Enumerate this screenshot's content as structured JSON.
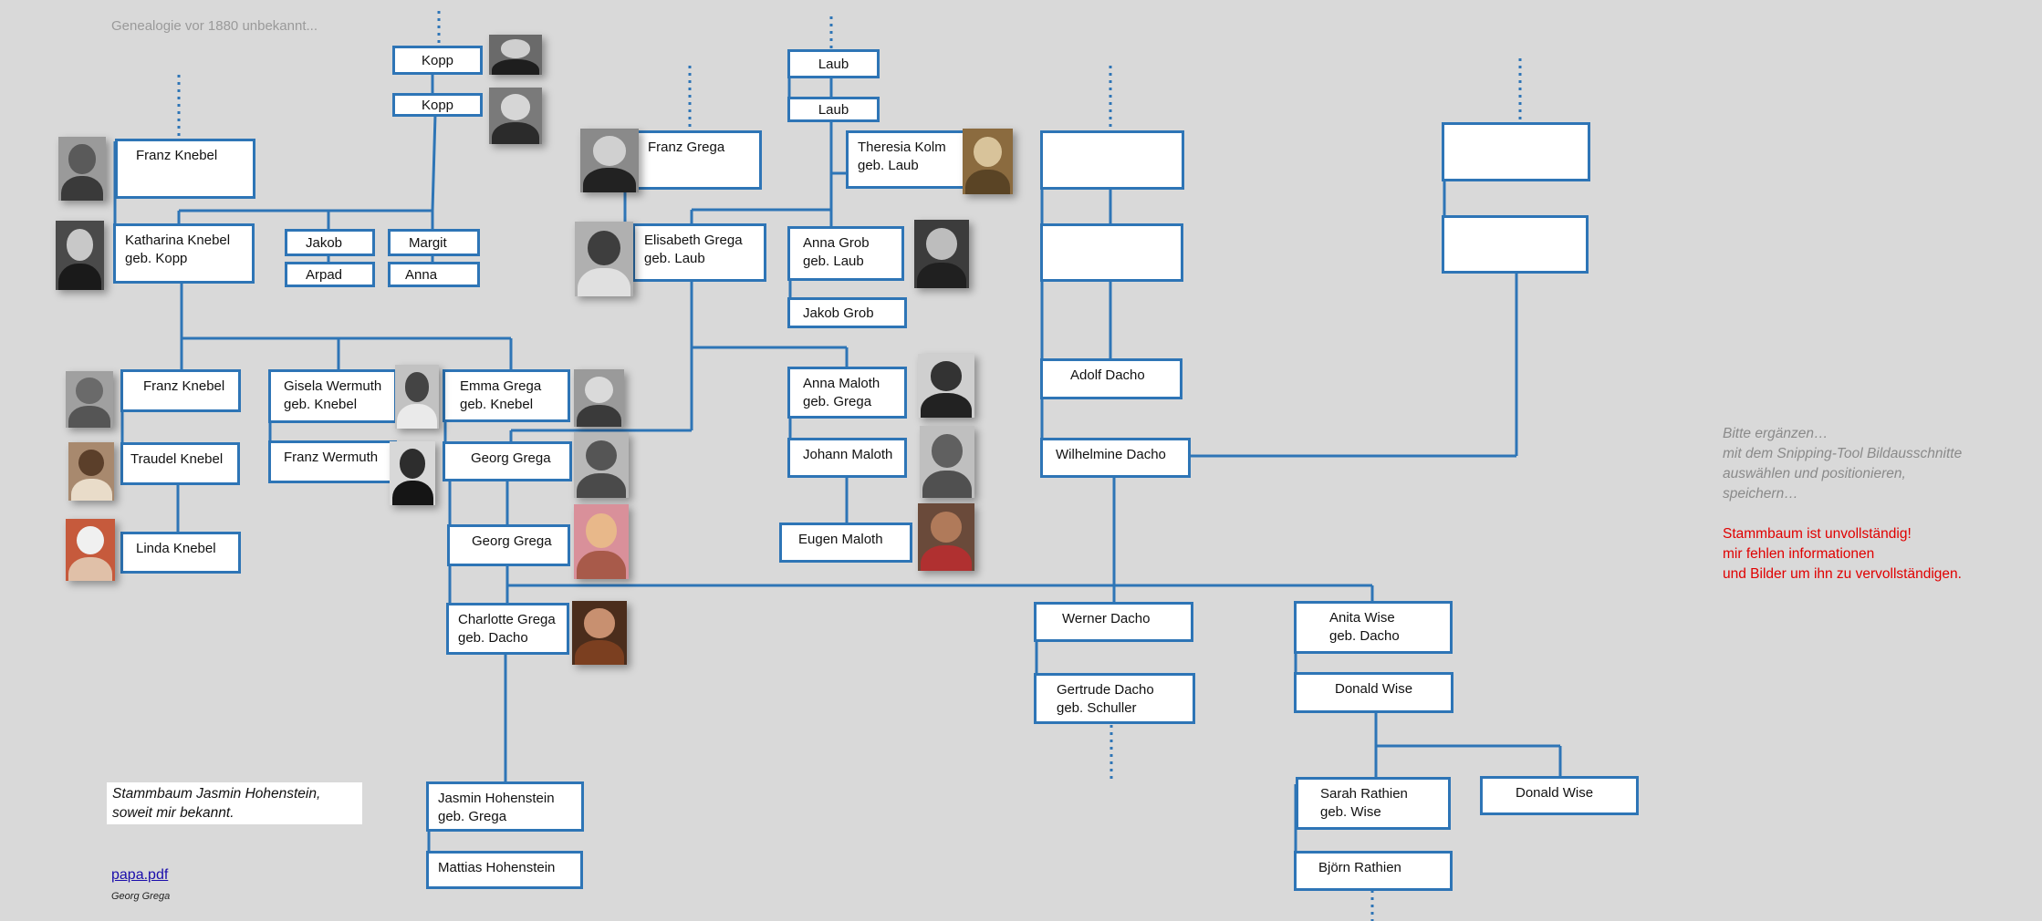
{
  "header_note": "Genealogie vor 1880 unbekannt...",
  "boxes": {
    "kopp1": "Kopp",
    "kopp2": "Kopp",
    "laub1": "Laub",
    "laub2": "Laub",
    "franz_knebel_sen": "Franz Knebel",
    "katharina": [
      "Katharina Knebel",
      "geb.  Kopp"
    ],
    "jakob": "Jakob",
    "arpad": "Arpad",
    "margit": "Margit",
    "anna": "Anna",
    "franz_grega": "Franz Grega",
    "theresia": [
      "Theresia Kolm",
      "geb. Laub"
    ],
    "elisabeth": [
      "Elisabeth Grega",
      "geb. Laub"
    ],
    "anna_grob": [
      "Anna Grob",
      "geb. Laub"
    ],
    "jakob_grob": "Jakob Grob",
    "franz_knebel_jun": "Franz Knebel",
    "gisela": [
      "Gisela Wermuth",
      "geb. Knebel"
    ],
    "emma": [
      "Emma Grega",
      "geb. Knebel"
    ],
    "traudel": "Traudel Knebel",
    "franz_wermuth": "Franz Wermuth",
    "georg_sen": "Georg Grega",
    "linda": "Linda Knebel",
    "georg_jun": "Georg Grega",
    "charlotte": [
      "Charlotte Grega",
      "geb. Dacho"
    ],
    "anna_maloth": [
      "Anna Maloth",
      "geb. Grega"
    ],
    "johann_maloth": "Johann Maloth",
    "eugen_maloth": "Eugen Maloth",
    "adolf": "Adolf Dacho",
    "wilhelmine": "Wilhelmine Dacho",
    "werner": "Werner Dacho",
    "gertrude": [
      "Gertrude Dacho",
      "geb. Schuller"
    ],
    "anita": [
      "Anita  Wise",
      "geb.  Dacho"
    ],
    "donald_sen": "Donald Wise",
    "sarah": [
      "Sarah Rathien",
      "geb. Wise"
    ],
    "donald_jun": "Donald Wise",
    "bjoern": "Björn Rathien",
    "jasmin": [
      "Jasmin Hohenstein",
      "geb. Grega"
    ],
    "mattias": "Mattias Hohenstein",
    "empty1": "",
    "empty2": "",
    "empty3": "",
    "empty4": ""
  },
  "side_note": [
    "Bitte ergänzen…",
    "mit dem Snipping-Tool Bildausschnitte",
    "auswählen und positionieren,",
    "speichern…"
  ],
  "warning": [
    "Stammbaum ist unvollständig!",
    "mir fehlen informationen",
    "und Bilder um ihn zu vervollständigen."
  ],
  "caption": [
    "Stammbaum Jasmin Hohenstein,",
    "soweit mir bekannt."
  ],
  "file_link": "papa.pdf",
  "signature": "Georg Grega",
  "colors": {
    "line": "#2e75b6",
    "background": "#d9d9d9",
    "warning": "#e00000"
  },
  "photo_icons": [
    "portrait-kopp-1-icon",
    "portrait-kopp-2-icon",
    "portrait-franz-knebel-sen-icon",
    "portrait-katharina-icon",
    "portrait-franz-grega-icon",
    "portrait-theresia-icon",
    "portrait-elisabeth-icon",
    "portrait-anna-grob-icon",
    "portrait-franz-knebel-jun-icon",
    "portrait-gisela-icon",
    "portrait-emma-icon",
    "portrait-traudel-icon",
    "portrait-franz-wermuth-icon",
    "portrait-georg-sen-icon",
    "portrait-linda-icon",
    "portrait-georg-jun-icon",
    "portrait-charlotte-icon",
    "portrait-anna-maloth-icon",
    "portrait-johann-maloth-icon",
    "portrait-eugen-maloth-icon"
  ]
}
